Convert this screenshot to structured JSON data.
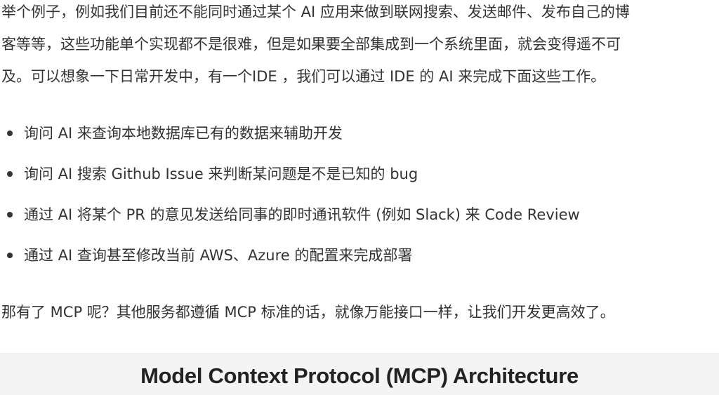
{
  "intro": {
    "lines": [
      "举个例子，例如我们目前还不能同时通过某个 AI 应用来做到联网搜索、发送邮件、发布自己的博",
      "客等等，这些功能单个实现都不是很难，但是如果要全部集成到一个系统里面，就会变得遥不可",
      "及。可以想象一下日常开发中，有一个IDE ，我们可以通过 IDE 的 AI 来完成下面这些工作。"
    ]
  },
  "bullets": [
    "询问 AI 来查询本地数据库已有的数据来辅助开发",
    "询问 AI 搜索 Github Issue 来判断某问题是不是已知的 bug",
    "通过 AI 将某个 PR 的意见发送给同事的即时通讯软件 (例如 Slack) 来 Code Review",
    "通过 AI 查询甚至修改当前 AWS、Azure 的配置来完成部署"
  ],
  "outro": "那有了 MCP 呢？其他服务都遵循 MCP 标准的话，就像万能接口一样，让我们开发更高效了。",
  "figure": {
    "title": "Model Context Protocol (MCP) Architecture"
  }
}
